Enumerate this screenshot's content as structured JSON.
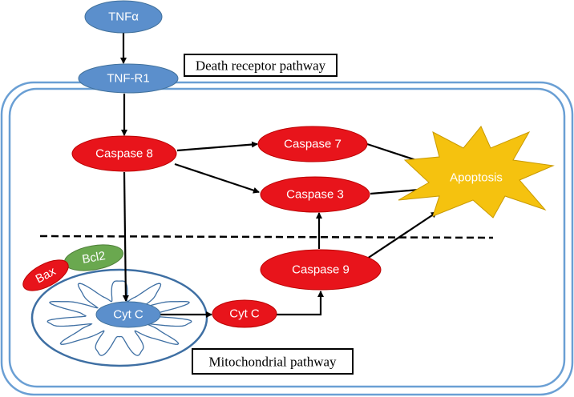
{
  "nodes": {
    "tnfa": "TNFα",
    "tnfr1": "TNF-R1",
    "caspase8": "Caspase 8",
    "caspase7": "Caspase 7",
    "caspase3": "Caspase 3",
    "caspase9": "Caspase 9",
    "apoptosis": "Apoptosis",
    "cytc_mito": "Cyt C",
    "cytc_cyto": "Cyt C",
    "bax": "Bax",
    "bcl2": "Bcl2"
  },
  "labels": {
    "death_receptor": "Death receptor pathway",
    "mitochondrial": "Mitochondrial pathway"
  },
  "colors": {
    "blue_node": "#5b8fcc",
    "red_node": "#e8141b",
    "green_node": "#6aa84f",
    "apoptosis": "#f5c20f",
    "membrane": "#6a9fd4"
  }
}
